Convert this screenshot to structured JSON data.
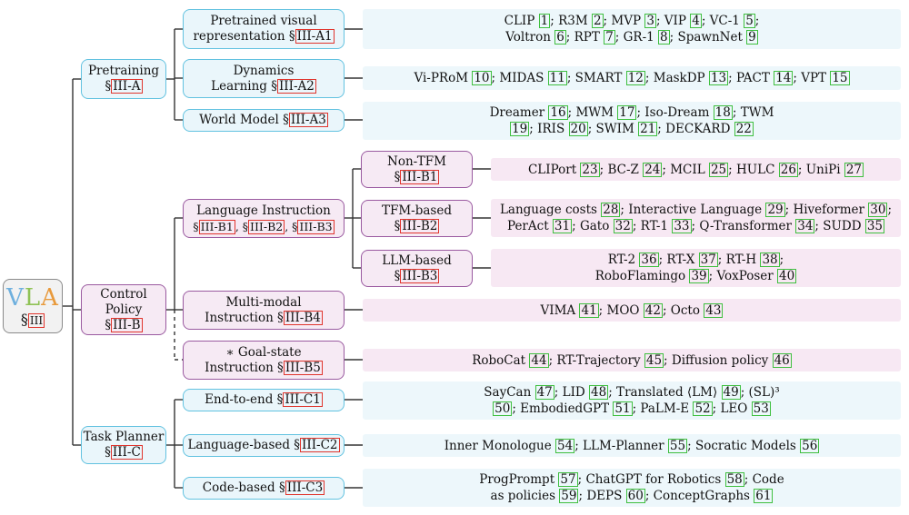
{
  "root": {
    "letters": [
      "V",
      "L",
      "A"
    ],
    "section": "III"
  },
  "categories": {
    "pretraining": {
      "label": "Pretraining",
      "section": "III-A"
    },
    "control_policy": {
      "label_1": "Control",
      "label_2": "Policy",
      "section": "III-B"
    },
    "task_planner": {
      "label": "Task Planner",
      "section": "III-C"
    }
  },
  "nodes": {
    "pvr": {
      "line1": "Pretrained visual",
      "line2": "representation §",
      "section": "III-A1"
    },
    "dyn": {
      "line1": "Dynamics",
      "line2": "Learning §",
      "section": "III-A2"
    },
    "wm": {
      "line1": "World Model §",
      "section": "III-A3"
    },
    "lang": {
      "line1": "Language Instruction",
      "s1": "III-B1",
      "s2": "III-B2",
      "s3": "III-B3"
    },
    "mm": {
      "line1": "Multi-modal",
      "line2": "Instruction §",
      "section": "III-B4"
    },
    "goal": {
      "line1": "∗ Goal-state",
      "line2": "Instruction §",
      "section": "III-B5"
    },
    "nontfm": {
      "line1": "Non-TFM",
      "section": "III-B1"
    },
    "tfm": {
      "line1": "TFM-based",
      "section": "III-B2"
    },
    "llm": {
      "line1": "LLM-based",
      "section": "III-B3"
    },
    "e2e": {
      "line1": "End-to-end §",
      "section": "III-C1"
    },
    "langbased": {
      "line1": "Language-based §",
      "section": "III-C2"
    },
    "code": {
      "line1": "Code-based §",
      "section": "III-C3"
    }
  },
  "leaves": {
    "pvr": {
      "l1": [
        [
          "CLIP ",
          "1"
        ],
        [
          "; R3M ",
          "2"
        ],
        [
          "; MVP ",
          "3"
        ],
        [
          "; VIP ",
          "4"
        ],
        [
          "; VC-1 ",
          "5"
        ],
        [
          ";",
          ""
        ]
      ],
      "l2": [
        [
          "Voltron ",
          "6"
        ],
        [
          "; RPT ",
          "7"
        ],
        [
          "; GR-1 ",
          "8"
        ],
        [
          "; SpawnNet ",
          "9"
        ]
      ]
    },
    "dyn": {
      "l1": [
        [
          "Vi-PRoM ",
          "10"
        ],
        [
          "; MIDAS ",
          "11"
        ],
        [
          "; SMART ",
          "12"
        ],
        [
          "; MaskDP ",
          "13"
        ],
        [
          "; PACT ",
          "14"
        ],
        [
          "; VPT ",
          "15"
        ]
      ]
    },
    "wm": {
      "l1": [
        [
          "Dreamer ",
          "16"
        ],
        [
          "; MWM ",
          "17"
        ],
        [
          "; Iso-Dream ",
          "18"
        ],
        [
          "; TWM",
          ""
        ]
      ],
      "l2": [
        [
          "",
          "19"
        ],
        [
          "; IRIS ",
          "20"
        ],
        [
          "; SWIM ",
          "21"
        ],
        [
          "; DECKARD ",
          "22"
        ]
      ]
    },
    "nontfm": {
      "l1": [
        [
          "CLIPort ",
          "23"
        ],
        [
          "; BC-Z ",
          "24"
        ],
        [
          "; MCIL ",
          "25"
        ],
        [
          "; HULC ",
          "26"
        ],
        [
          "; UniPi ",
          "27"
        ]
      ]
    },
    "tfm": {
      "l1": [
        [
          "Language costs ",
          "28"
        ],
        [
          "; Interactive Language ",
          "29"
        ],
        [
          "; Hiveformer ",
          "30"
        ],
        [
          ";",
          ""
        ]
      ],
      "l2": [
        [
          "PerAct ",
          "31"
        ],
        [
          "; Gato ",
          "32"
        ],
        [
          "; RT-1 ",
          "33"
        ],
        [
          "; Q-Transformer ",
          "34"
        ],
        [
          "; SUDD ",
          "35"
        ]
      ]
    },
    "llm": {
      "l1": [
        [
          "RT-2 ",
          "36"
        ],
        [
          "; RT-X ",
          "37"
        ],
        [
          "; RT-H ",
          "38"
        ],
        [
          ";",
          ""
        ]
      ],
      "l2": [
        [
          "RoboFlamingo ",
          "39"
        ],
        [
          "; VoxPoser ",
          "40"
        ]
      ]
    },
    "mm": {
      "l1": [
        [
          "VIMA ",
          "41"
        ],
        [
          "; MOO ",
          "42"
        ],
        [
          "; Octo ",
          "43"
        ]
      ]
    },
    "goal": {
      "l1": [
        [
          "RoboCat ",
          "44"
        ],
        [
          "; RT-Trajectory ",
          "45"
        ],
        [
          "; Diffusion policy ",
          "46"
        ]
      ]
    },
    "e2e": {
      "l1": [
        [
          "SayCan ",
          "47"
        ],
        [
          "; LID ",
          "48"
        ],
        [
          "; Translated ⟨LM⟩ ",
          "49"
        ],
        [
          "; (SL)³",
          ""
        ]
      ],
      "l2": [
        [
          "",
          "50"
        ],
        [
          "; EmbodiedGPT ",
          "51"
        ],
        [
          "; PaLM-E ",
          "52"
        ],
        [
          "; LEO ",
          "53"
        ]
      ]
    },
    "langbased": {
      "l1": [
        [
          "Inner Monologue ",
          "54"
        ],
        [
          "; LLM-Planner ",
          "55"
        ],
        [
          "; Socratic Models ",
          "56"
        ]
      ]
    },
    "code": {
      "l1": [
        [
          "ProgPrompt ",
          "57"
        ],
        [
          "; ChatGPT for Robotics ",
          "58"
        ],
        [
          "; Code",
          ""
        ]
      ],
      "l2": [
        [
          "as policies ",
          "59"
        ],
        [
          "; DEPS ",
          "60"
        ],
        [
          "; ConceptGraphs ",
          "61"
        ]
      ]
    }
  }
}
